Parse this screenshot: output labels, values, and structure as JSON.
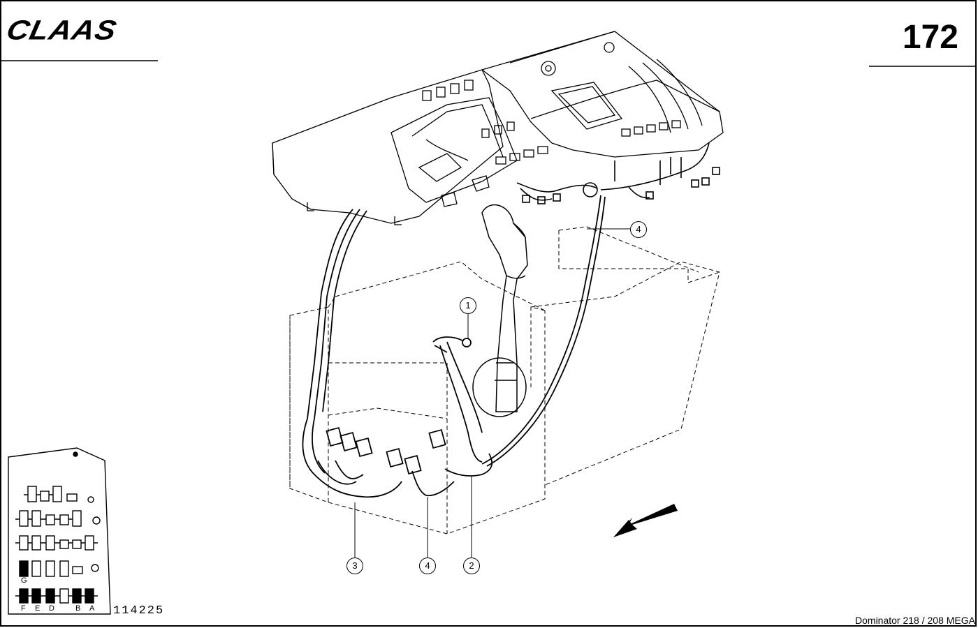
{
  "header": {
    "brand": "CLAAS",
    "page_number": "172"
  },
  "footer": {
    "drawing_number": "114225",
    "model": "Dominator 218 / 208 MEGA"
  },
  "callouts": [
    {
      "id": "1",
      "label": "1"
    },
    {
      "id": "4a",
      "label": "4"
    },
    {
      "id": "3",
      "label": "3"
    },
    {
      "id": "4b",
      "label": "4"
    },
    {
      "id": "2",
      "label": "2"
    }
  ],
  "fuse_panel": {
    "row_letters": [
      "G"
    ],
    "bottom_letters": [
      "F",
      "E",
      "D",
      "B",
      "A"
    ]
  },
  "icons": {
    "direction_arrow": "direction-arrow-icon",
    "logo": "claas-logo"
  }
}
